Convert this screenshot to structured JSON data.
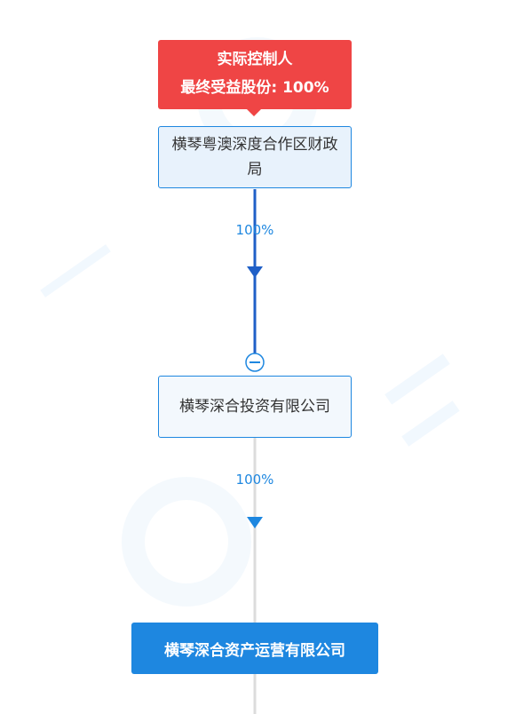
{
  "controller_tag": {
    "title": "实际控制人",
    "share": "最终受益股份: 100%"
  },
  "nodes": [
    {
      "name": "横琴粤澳深度合作区财政局"
    },
    {
      "name": "横琴深合投资有限公司"
    },
    {
      "name": "横琴深合资产运营有限公司"
    }
  ],
  "edges": [
    {
      "from": "横琴粤澳深度合作区财政局",
      "to": "横琴深合投资有限公司",
      "percent": "100%"
    },
    {
      "from": "横琴深合投资有限公司",
      "to": "横琴深合资产运营有限公司",
      "percent": "100%"
    }
  ],
  "colors": {
    "tag": "#ef4545",
    "accent": "#1e87e0",
    "edge_active": "#1f5fc7",
    "edge_inactive": "#dcdcdc"
  }
}
